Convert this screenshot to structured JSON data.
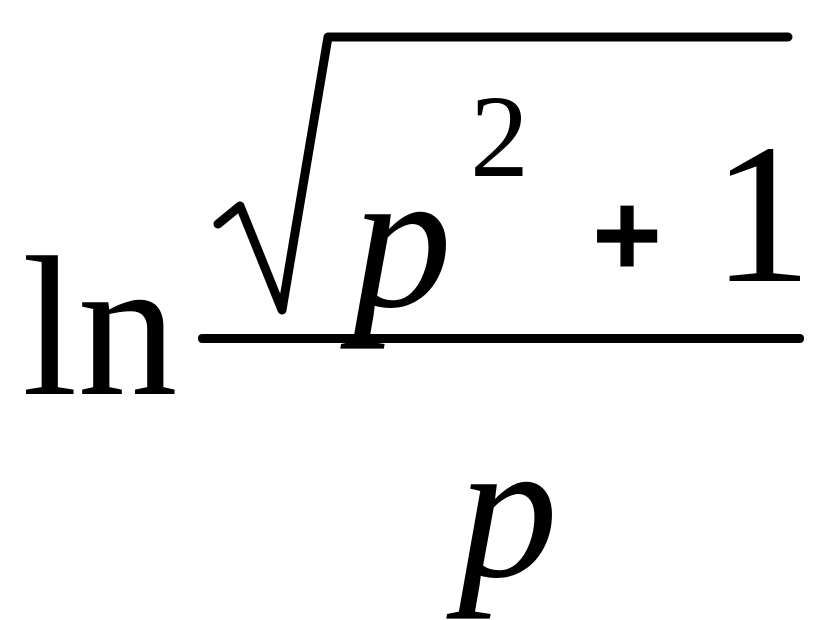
{
  "formula": {
    "function_name": "ln",
    "numerator": {
      "radicand": {
        "base_variable": "p",
        "exponent": "2",
        "operator": "+",
        "constant": "1"
      }
    },
    "denominator": {
      "variable": "p"
    }
  }
}
